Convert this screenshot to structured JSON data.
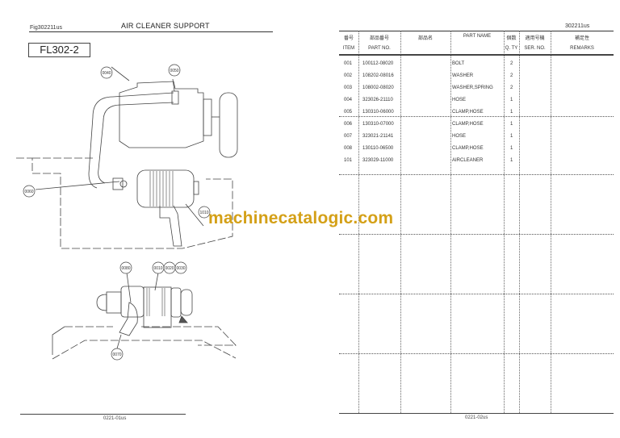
{
  "left_page": {
    "figure_id": "Fig302211us",
    "title": "AIR CLEANER SUPPORT",
    "model_code": "FL302-2",
    "footer": "0221-01us",
    "callouts": [
      "0040",
      "0050",
      "0060",
      "1010",
      "0080",
      "0010",
      "0020",
      "0030",
      "0070"
    ]
  },
  "right_page": {
    "page_ref": "302211us",
    "footer": "0221-02us",
    "headers": {
      "item_jp": "番号",
      "item": "ITEM",
      "part_no_jp": "部品番号",
      "part_no": "PART  NO.",
      "part_name_jp": "部品名",
      "part_name": "PART  NAME",
      "qty_jp": "個数",
      "qty": "Q. TY",
      "ser_no_jp": "適用号機",
      "ser_no": "SER. NO.",
      "remarks_jp": "補足性",
      "remarks": "REMARKS"
    },
    "rows": [
      {
        "item": "001",
        "part_no": "100112-08020",
        "part_name": "BOLT",
        "qty": "2"
      },
      {
        "item": "002",
        "part_no": "108202-08016",
        "part_name": "WASHER",
        "qty": "2"
      },
      {
        "item": "003",
        "part_no": "108002-08020",
        "part_name": "WASHER,SPRING",
        "qty": "2"
      },
      {
        "item": "004",
        "part_no": "323026-21110",
        "part_name": "HOSE",
        "qty": "1"
      },
      {
        "item": "005",
        "part_no": "130310-06000",
        "part_name": "CLAMP,HOSE",
        "qty": "1"
      },
      {
        "item": "006",
        "part_no": "130310-07000",
        "part_name": "CLAMP,HOSE",
        "qty": "1"
      },
      {
        "item": "007",
        "part_no": "323021-21141",
        "part_name": "HOSE",
        "qty": "1"
      },
      {
        "item": "008",
        "part_no": "130110-06500",
        "part_name": "CLAMP,HOSE",
        "qty": "1"
      },
      {
        "item": "101",
        "part_no": "323029-11000",
        "part_name": "AIRCLEANER",
        "qty": "1"
      }
    ]
  },
  "watermark": "machinecatalogic.com"
}
